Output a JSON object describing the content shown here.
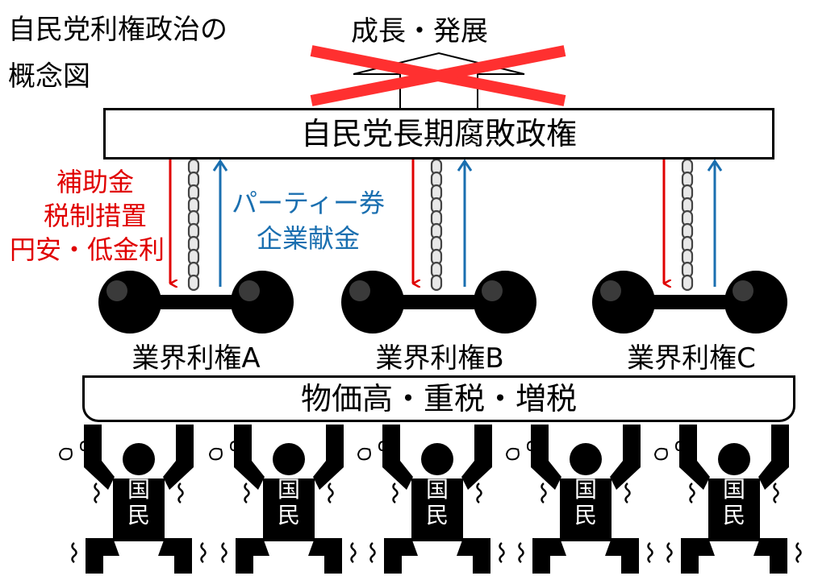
{
  "title": {
    "line1": "自民党利権政治の",
    "line2": "概念図"
  },
  "top_label": "成長・発展",
  "top_cross_color": "#ff3030",
  "government_box": "自民党長期腐敗政権",
  "flows": {
    "down_color": "#e00000",
    "up_color": "#1a6fb0",
    "down_items": [
      "補助金",
      "税制措置",
      "円安・低金利"
    ],
    "up_items": [
      "パーティー券",
      "企業献金"
    ]
  },
  "industries": [
    {
      "label": "業界利権A"
    },
    {
      "label": "業界利権B"
    },
    {
      "label": "業界利権C"
    }
  ],
  "burden_box": "物価高・重税・増税",
  "citizens": [
    {
      "label_top": "国",
      "label_bottom": "民"
    },
    {
      "label_top": "国",
      "label_bottom": "民"
    },
    {
      "label_top": "国",
      "label_bottom": "民"
    },
    {
      "label_top": "国",
      "label_bottom": "民"
    },
    {
      "label_top": "国",
      "label_bottom": "民"
    }
  ],
  "icons": [
    "chain-icon",
    "dumbbell-icon",
    "sweat-drop-icon",
    "strain-mark-icon",
    "cross-icon"
  ]
}
